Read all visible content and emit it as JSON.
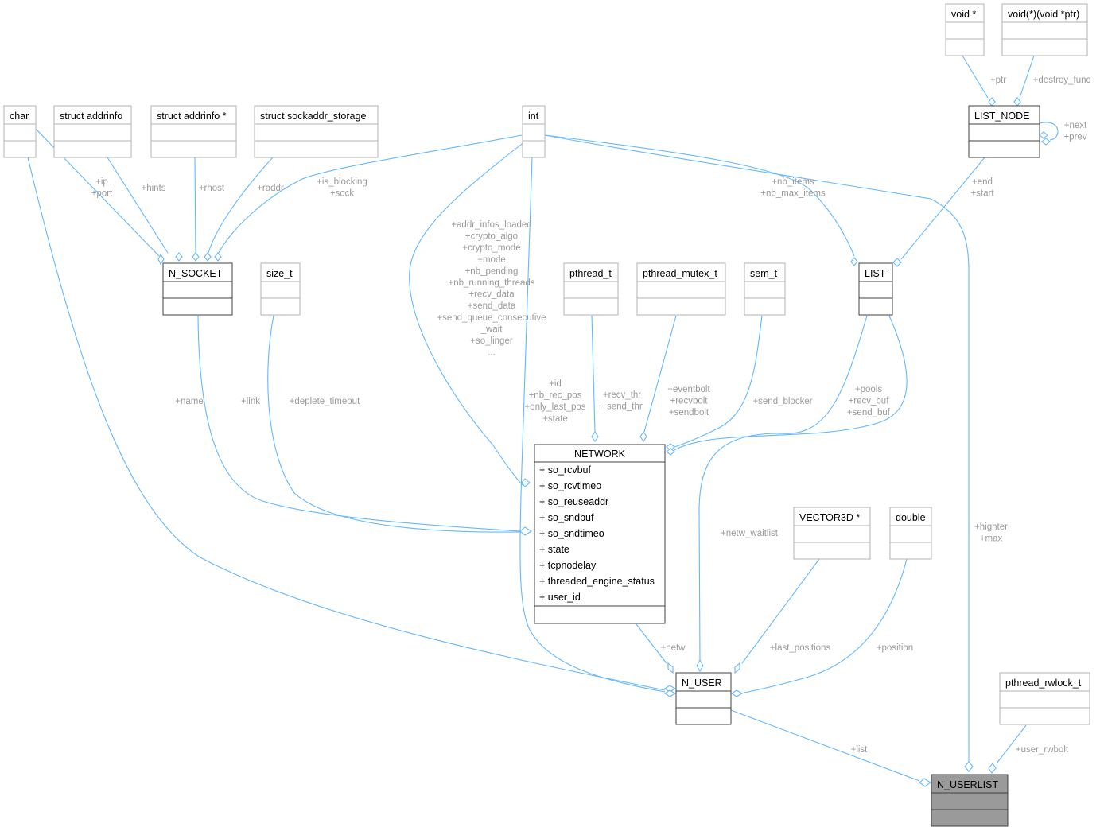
{
  "classes": {
    "char": "char",
    "addrinfo": "struct addrinfo",
    "addrinfo_ptr": "struct addrinfo *",
    "sockaddr_storage": "struct sockaddr_storage",
    "int": "int",
    "void_ptr": "void *",
    "destroy_func_type": "void(*)(void *ptr)",
    "list_node": "LIST_NODE",
    "n_socket": "N_SOCKET",
    "size_t": "size_t",
    "pthread_t": "pthread_t",
    "pthread_mutex_t": "pthread_mutex_t",
    "sem_t": "sem_t",
    "list": "LIST",
    "network": "NETWORK",
    "vector3d_ptr": "VECTOR3D *",
    "double": "double",
    "n_user": "N_USER",
    "pthread_rwlock_t": "pthread_rwlock_t",
    "n_userlist": "N_USERLIST"
  },
  "network_members": [
    "+  so_rcvbuf",
    "+  so_rcvtimeo",
    "+  so_reuseaddr",
    "+  so_sndbuf",
    "+  so_sndtimeo",
    "+  state",
    "+  tcpnodelay",
    "+  threaded_engine_status",
    "+  user_id"
  ],
  "labels": {
    "ptr": [
      "+ptr"
    ],
    "destroy_func": [
      "+destroy_func"
    ],
    "next_prev": [
      "+next",
      "+prev"
    ],
    "end_start": [
      "+end",
      "+start"
    ],
    "ip_port": [
      "+ip",
      "+port"
    ],
    "hints": [
      "+hints"
    ],
    "rhost": [
      "+rhost"
    ],
    "raddr": [
      "+raddr"
    ],
    "blocking_sock": [
      "+is_blocking",
      "+sock"
    ],
    "nb_items": [
      "+nb_items",
      "+nb_max_items"
    ],
    "int_network": [
      "+addr_infos_loaded",
      "+crypto_algo",
      "+crypto_mode",
      "+mode",
      "+nb_pending",
      "+nb_running_threads",
      "+recv_data",
      "+send_data",
      "+send_queue_consecutive",
      "_wait",
      "+so_linger",
      "..."
    ],
    "int_user": [
      "+id",
      "+nb_rec_pos",
      "+only_last_pos",
      "+state"
    ],
    "recv_thr": [
      "+recv_thr",
      "+send_thr"
    ],
    "eventbolt": [
      "+eventbolt",
      "+recvbolt",
      "+sendbolt"
    ],
    "send_blocker": [
      "+send_blocker"
    ],
    "pools": [
      "+pools",
      "+recv_buf",
      "+send_buf"
    ],
    "name": [
      "+name"
    ],
    "link": [
      "+link"
    ],
    "deplete_timeout": [
      "+deplete_timeout"
    ],
    "netw_waitlist": [
      "+netw_waitlist"
    ],
    "higher_max": [
      "+highter",
      "+max"
    ],
    "netw": [
      "+netw"
    ],
    "last_positions": [
      "+last_positions"
    ],
    "position": [
      "+position"
    ],
    "list": [
      "+list"
    ],
    "user_rwbolt": [
      "+user_rwbolt"
    ]
  },
  "colors": {
    "edge": "#63b8ff",
    "label": "#9a9a9a",
    "focus_fill": "#9a9a9a"
  }
}
